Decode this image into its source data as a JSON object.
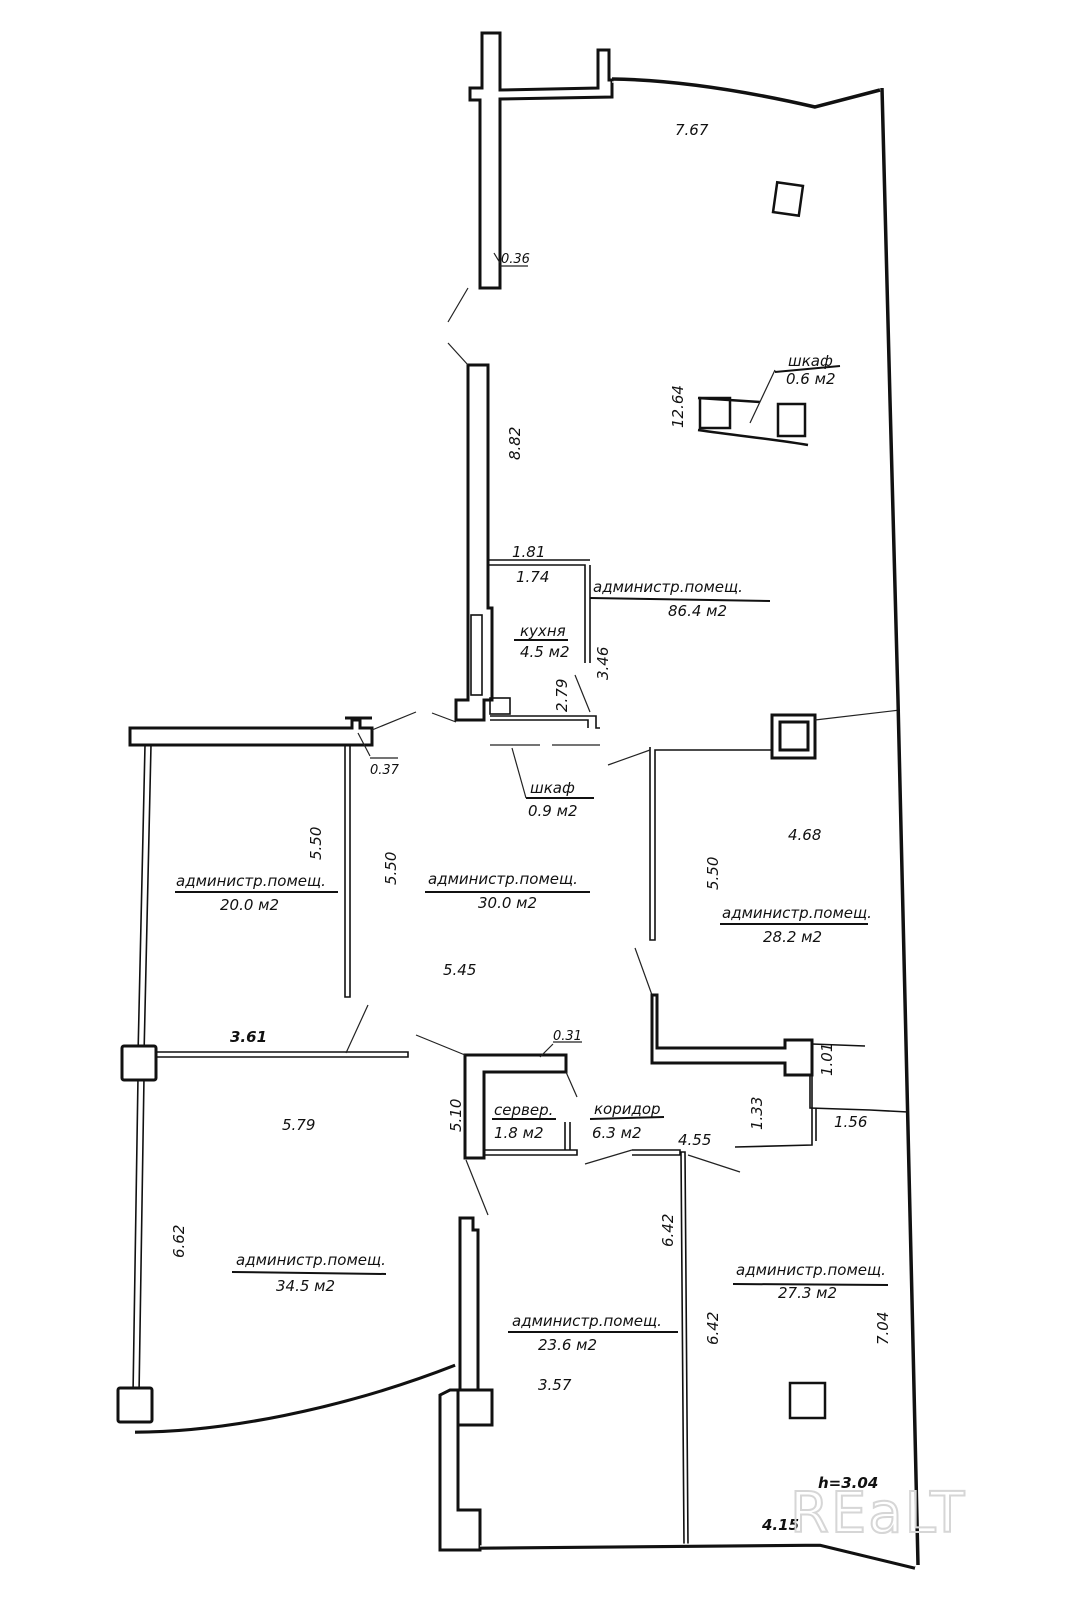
{
  "plan": {
    "ceiling_height": "h=3.04",
    "watermark": "REaLT",
    "rooms": [
      {
        "id": "admin-86",
        "name": "администр.помещ.",
        "area": "86.4  м2"
      },
      {
        "id": "kitchen",
        "name": "кухня",
        "area": "4.5 м2"
      },
      {
        "id": "closet-06",
        "name": "шкаф",
        "area": "0.6 м2"
      },
      {
        "id": "closet-09",
        "name": "шкаф",
        "area": "0.9 м2"
      },
      {
        "id": "admin-20",
        "name": "администр.помещ.",
        "area": "20.0 м2"
      },
      {
        "id": "admin-30",
        "name": "администр.помещ.",
        "area": "30.0 м2"
      },
      {
        "id": "admin-28",
        "name": "администр.помещ.",
        "area": "28.2  м2"
      },
      {
        "id": "server",
        "name": "сервер.",
        "area": "1.8  м2"
      },
      {
        "id": "corridor",
        "name": "коридор",
        "area": "6.3 м2"
      },
      {
        "id": "admin-345",
        "name": "администр.помещ.",
        "area": "34.5 м2"
      },
      {
        "id": "admin-236",
        "name": "администр.помещ.",
        "area": "23.6  м2"
      },
      {
        "id": "admin-273",
        "name": "администр.помещ.",
        "area": "27.3  м2"
      }
    ],
    "dimensions": {
      "d767": "7.67",
      "d036": "0.36",
      "d882": "8.82",
      "d1264": "12.64",
      "d181": "1.81",
      "d174": "1.74",
      "d346": "3.46",
      "d279": "2.79",
      "d037": "0.37",
      "d550a": "5.50",
      "d550b": "5.50",
      "d550c": "5.50",
      "d468": "4.68",
      "d545": "5.45",
      "d361": "3.61",
      "d579": "5.79",
      "d031": "0.31",
      "d510": "5.10",
      "d133": "1.33",
      "d101": "1.01",
      "d156": "1.56",
      "d455": "4.55",
      "d642a": "6.42",
      "d642b": "6.42",
      "d662": "6.62",
      "d357": "3.57",
      "d704": "7.04",
      "d415": "4.15"
    }
  }
}
